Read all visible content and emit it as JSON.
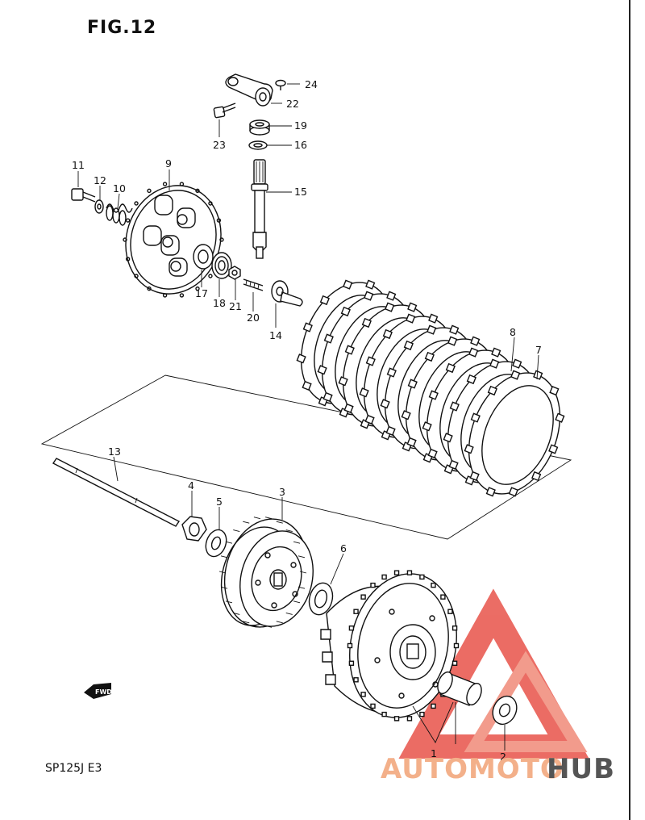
{
  "figure": {
    "title": "FIG.12",
    "footer_code": "SP125J  E3"
  },
  "callouts": [
    {
      "id": "c24",
      "text": "24"
    },
    {
      "id": "c22",
      "text": "22"
    },
    {
      "id": "c19",
      "text": "19"
    },
    {
      "id": "c23",
      "text": "23"
    },
    {
      "id": "c16",
      "text": "16"
    },
    {
      "id": "c15",
      "text": "15"
    },
    {
      "id": "c11",
      "text": "11"
    },
    {
      "id": "c9",
      "text": "9"
    },
    {
      "id": "c12",
      "text": "12"
    },
    {
      "id": "c10",
      "text": "10"
    },
    {
      "id": "c17",
      "text": "17"
    },
    {
      "id": "c18",
      "text": "18"
    },
    {
      "id": "c21",
      "text": "21"
    },
    {
      "id": "c20",
      "text": "20"
    },
    {
      "id": "c14",
      "text": "14"
    },
    {
      "id": "c8",
      "text": "8"
    },
    {
      "id": "c7",
      "text": "7"
    },
    {
      "id": "c13",
      "text": "13"
    },
    {
      "id": "c4",
      "text": "4"
    },
    {
      "id": "c5",
      "text": "5"
    },
    {
      "id": "c3",
      "text": "3"
    },
    {
      "id": "c6",
      "text": "6"
    },
    {
      "id": "c1",
      "text": "1"
    },
    {
      "id": "c2",
      "text": "2"
    }
  ],
  "direction_badge": "FWD",
  "watermark": {
    "part1": "AUTOMOTO",
    "part2": "HUB",
    "color_primary": "#e8534a",
    "color_secondary": "#f3b08a",
    "color_dark": "#555555"
  }
}
